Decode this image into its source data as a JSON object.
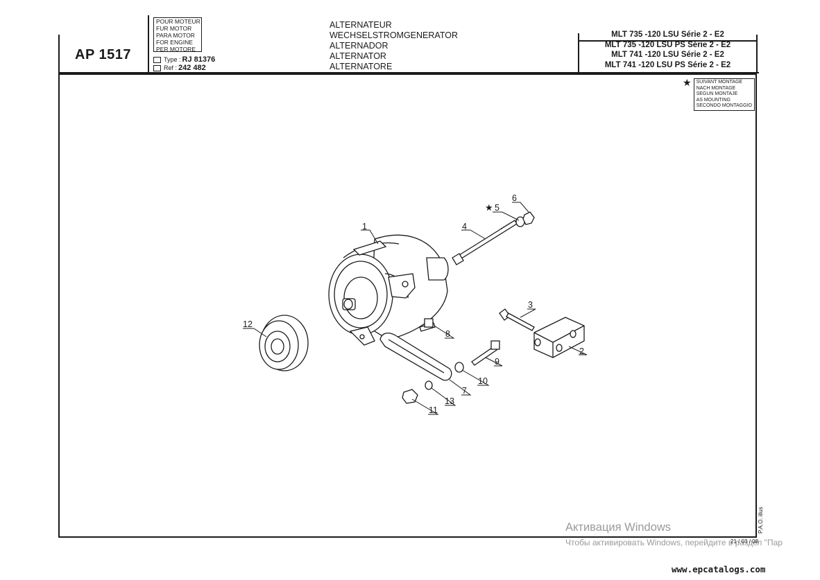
{
  "header": {
    "code": "AP 1517",
    "engine_labels": [
      "POUR MOTEUR",
      "FUR MOTOR",
      "PARA MOTOR",
      "FOR ENGINE",
      "PER MOTORE"
    ],
    "type_label": "Type :",
    "type_value": "RJ 81376",
    "ref_label": "Ref :",
    "ref_value": "242 482",
    "titles": [
      "ALTERNATEUR",
      "WECHSELSTROMGENERATOR",
      "ALTERNADOR",
      "ALTERNATOR",
      "ALTERNATORE"
    ],
    "models": [
      "MLT 735 -120 LSU Série 2 - E2",
      "MLT 735 -120 LSU PS Série 2 - E2",
      "MLT 741 -120 LSU Série 2 - E2",
      "MLT 741 -120 LSU PS Série 2 - E2"
    ]
  },
  "legend": {
    "symbol": "★",
    "lines": [
      "SUIVANT MONTAGE",
      "NACH MONTAGE",
      "SEGUN MONTAJE",
      "AS MOUNTING",
      "SECONDO MONTAGGIO"
    ]
  },
  "parts": {
    "p1": "1",
    "p2": "2",
    "p3": "3",
    "p4": "4",
    "p5": "5",
    "p6": "6",
    "p7": "7",
    "p8": "8",
    "p9": "9",
    "p10": "10",
    "p11": "11",
    "p12": "12",
    "p13": "13",
    "p5_star": "★"
  },
  "footer": {
    "illustration_credit": "P.A.O. illus",
    "date": "21 / 03 / 08",
    "watermark_title": "Активация Windows",
    "watermark_body": "Чтобы активировать Windows, перейдите в раздел \"Пар",
    "site": "www.epcatalogs.com"
  }
}
